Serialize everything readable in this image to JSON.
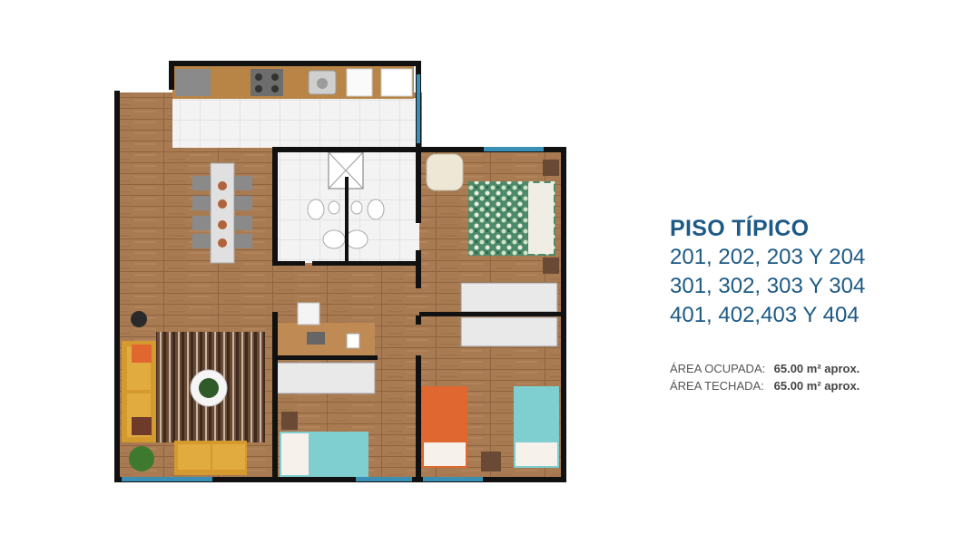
{
  "info": {
    "title": "PISO TÍPICO",
    "units": [
      "201, 202, 203 Y 204",
      "301, 302, 303 Y 304",
      "401, 402,403 Y 404"
    ],
    "areas": [
      {
        "label": "ÁREA OCUPADA:",
        "value": "65.00 m² aprox."
      },
      {
        "label": "ÁREA TECHADA:",
        "value": "65.00 m² aprox."
      }
    ]
  },
  "colors": {
    "wood": "#a97b52",
    "tile": "#f1f1f1",
    "wall": "#111111",
    "window": "#3a8fb5",
    "accent_orange": "#e0672f",
    "bed_teal": "#7fcfd0",
    "bed_green": "#5a9a73"
  }
}
